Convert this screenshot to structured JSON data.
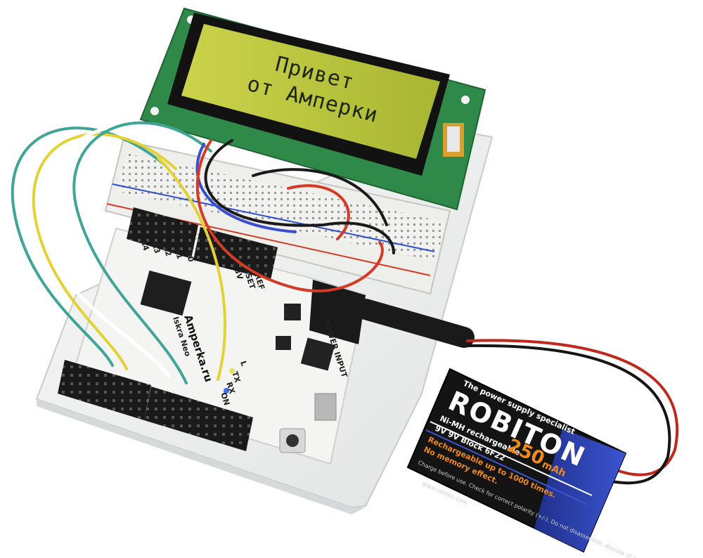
{
  "lcd": {
    "line1": "Привет",
    "line2": "от Амперки"
  },
  "board": {
    "brand": "Amperka.ru",
    "model": "Iskra Neo",
    "power_label": "POWER INPUT",
    "led_labels": [
      "L",
      "TX",
      "RX",
      "ON"
    ],
    "analog_labels": [
      "A4",
      "A3",
      "A2",
      "A1",
      "A0"
    ],
    "header_labels": [
      "IOREF",
      "RESET",
      "3.3V"
    ]
  },
  "battery": {
    "tagline": "The power supply specialist",
    "brand": "ROBITON",
    "chemistry": "Ni-MH  rechargeable",
    "type": "9V  9V Block 6F22",
    "capacity": "250",
    "unit": "mAh",
    "recharge_note": "Rechargeable up to 1000 times.",
    "memory_note": "No memory effect.",
    "warning": "Charge before use. Check for correct polarity (+/-). Do not disassemble, dispose of in fire or short circuit.",
    "url": "www.robiton.com"
  },
  "colors": {
    "lcd_backlight": "#b6c23a",
    "pcb_green": "#2f8a4a",
    "board_white": "#f4f4f2",
    "battery_black": "#141414",
    "battery_blue": "#2b3fb0",
    "wire_red": "#d43a25",
    "wire_yellow": "#e3d236",
    "wire_teal": "#3fa596",
    "wire_blue": "#3a4fd0"
  }
}
